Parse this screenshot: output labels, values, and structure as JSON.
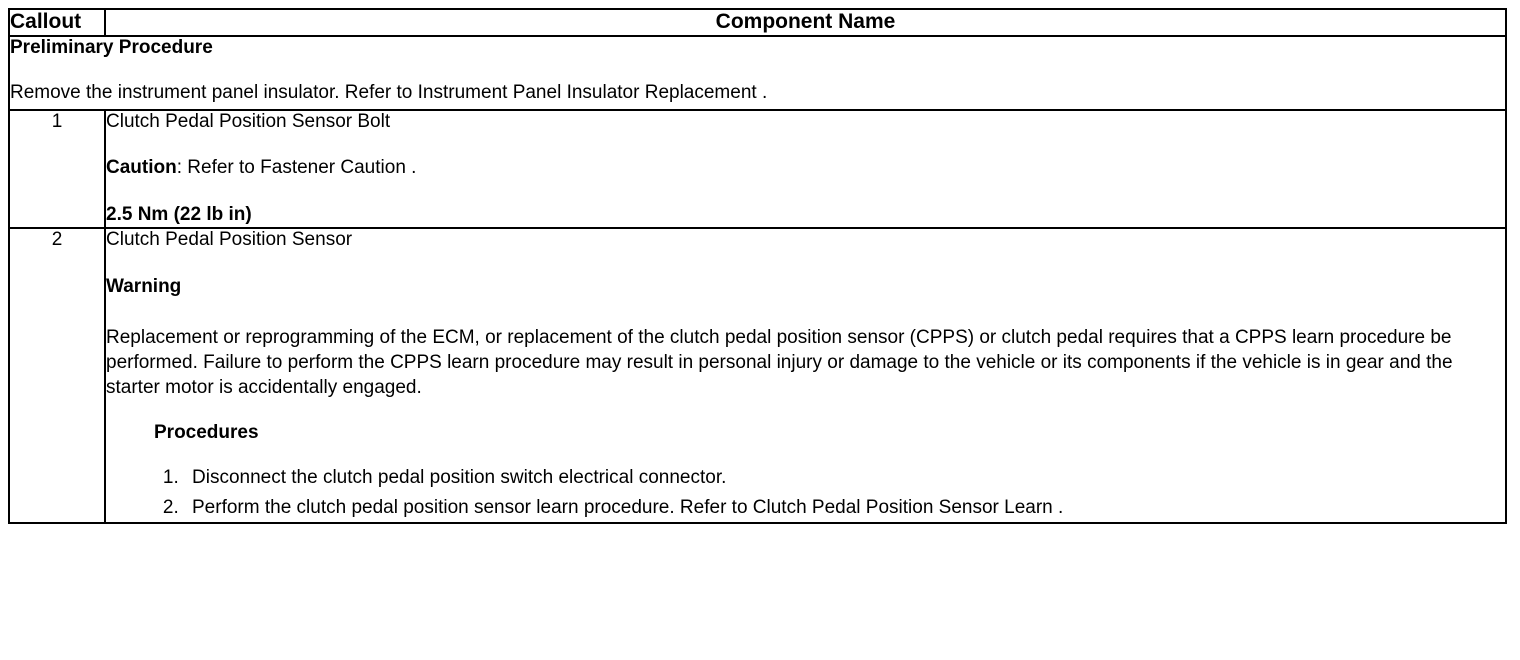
{
  "table": {
    "columns": [
      {
        "key": "callout",
        "header": "Callout"
      },
      {
        "key": "component_name",
        "header": "Component Name"
      }
    ],
    "preliminary": {
      "title": "Preliminary Procedure",
      "text": "Remove the instrument panel insulator. Refer to Instrument Panel Insulator Replacement ."
    },
    "rows": [
      {
        "callout": "1",
        "component_name": "Clutch Pedal Position Sensor Bolt",
        "caution_label": "Caution",
        "caution_text": ": Refer to Fastener Caution .",
        "torque": "2.5 Nm (22 lb in)"
      },
      {
        "callout": "2",
        "component_name": "Clutch Pedal Position Sensor",
        "warning_title": "Warning",
        "warning_text": "Replacement or reprogramming of the ECM, or replacement of the clutch pedal position sensor (CPPS) or clutch pedal requires that a CPPS learn procedure be performed. Failure to perform the CPPS learn procedure may result in personal injury or damage to the vehicle or its components if the vehicle is in gear and the starter motor is accidentally engaged.",
        "procedures_title": "Procedures",
        "procedures": [
          "Disconnect the clutch pedal position switch electrical connector.",
          "Perform the clutch pedal position sensor learn procedure. Refer to Clutch Pedal Position Sensor Learn ."
        ]
      }
    ]
  },
  "colors": {
    "border": "#000000",
    "text": "#000000",
    "background": "#ffffff"
  }
}
